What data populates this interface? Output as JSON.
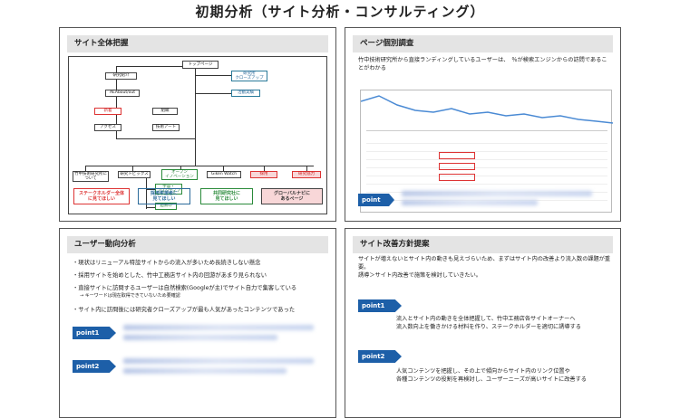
{
  "page": {
    "title": "初期分析（サイト分析・コンサルティング）"
  },
  "site_overview": {
    "heading": "サイト全体把握",
    "nodes": {
      "top": "トップページ",
      "lab_intro": "研究紹介",
      "abcc": "研究所\nクローズアップ",
      "aea": "AEAbout/out",
      "activity": "活動実績",
      "news": "新着",
      "org": "組織",
      "access": "アクセス",
      "apply": "技術アート",
      "lab_tech": "竹中技術研究所について",
      "topics": "研究トピックス",
      "open_inno": "オープン\nイノベーション",
      "giken": "Giken Watch",
      "recruit": "採用",
      "collab": "研究協力",
      "space": "宇宙・\nフロンティア",
      "past": "過去の"
    },
    "legend": [
      {
        "label": "ステークホルダー全体\nに見てほしい",
        "color": "#d33"
      },
      {
        "label": "採用希望者に\n見てほしい",
        "color": "#2a6a9a"
      },
      {
        "label": "共同研究社に\n見てほしい",
        "color": "#2a8a3a"
      },
      {
        "label": "グローバルナビに\nあるページ",
        "color": "#444"
      }
    ]
  },
  "page_survey": {
    "heading": "ページ個別調査",
    "text": "竹中技術研究所から直接ランディングしているユーザーは、　％が検索エンジンからの訪問であることがわかる",
    "point_label": "point"
  },
  "user_trend": {
    "heading": "ユーザー動向分析",
    "bullets": [
      "現状はリニューアル特設サイトからの流入が多いため長続きしない懸念",
      "採用サイトを始めとした、竹中工務店サイト内の回游があまり見られない",
      "直接サイトに訪問するユーザーは自然検索(Googleが主)でサイト自力で集客している",
      "→ キーワードは現在取得できていないため要確認",
      "サイト内に訪問後には研究者クローズアップが最も人気があったコンテンツであった"
    ],
    "point1": "point1",
    "point2": "point2"
  },
  "improvement": {
    "heading": "サイト改善方針提案",
    "intro": "サイトが増えないとサイト内の動きも見えづらいため、まずはサイト内の改善より流入数の課題が重要。\n誘導＞サイト内改善で施策を検討していきたい。",
    "point1": "point1",
    "p1_text": "流入とサイト内の動きを全体把握して、竹中工務店各サイトオーナーへ\n流入数向上を働きかける材料を作り、ステークホルダーを適切に誘導する",
    "point2": "point2",
    "p2_text": "人気コンテンツを把握し、その上で傾向からサイト内のリンク位置や\n各種コンテンツの役割を再検討し、ユーザーニーズが高いサイトに改善する"
  }
}
